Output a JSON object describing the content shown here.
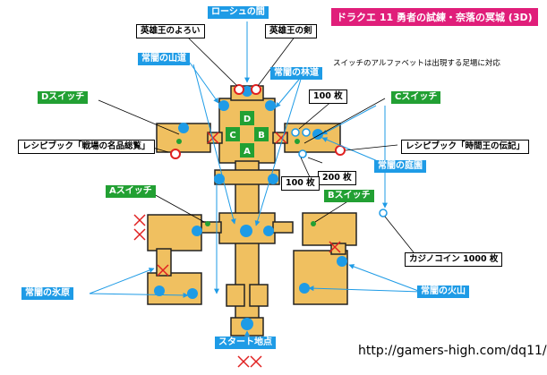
{
  "title": "ドラクエ 11 勇者の試練・奈落の冥城 (3D)",
  "note": "スイッチのアルファベットは出現する足場に対応",
  "url": "http://gamers-high.com/dq11/",
  "labels": {
    "loshu": "ローシュの間",
    "hero_king_armor": "英雄王のよろい",
    "hero_king_sword": "英雄王の剣",
    "mountain_road": "常闇の山道",
    "forest_road": "常闇の林道",
    "d_switch": "Dスイッチ",
    "c_switch": "Cスイッチ",
    "a_switch": "Aスイッチ",
    "b_switch": "Bスイッチ",
    "recipe_left": "レシピブック「戦場の名品総覧」",
    "recipe_right": "レシピブック「時間王の伝記」",
    "garden": "常闇の庭園",
    "coin_100a": "100 枚",
    "coin_100b": "100 枚",
    "coin_200": "200 枚",
    "casino_coin": "カジノコイン 1000 枚",
    "ice_field": "常闇の氷原",
    "volcano": "常闇の火山",
    "start": "スタート地点"
  },
  "platforms": [
    "A",
    "B",
    "C",
    "D"
  ],
  "colors": {
    "floor": "#f0c060",
    "floor_border": "#222222",
    "blue_tile": "#1e9be6",
    "green_tile": "#22a033",
    "red": "#e02020",
    "pink": "#e01e7a"
  }
}
